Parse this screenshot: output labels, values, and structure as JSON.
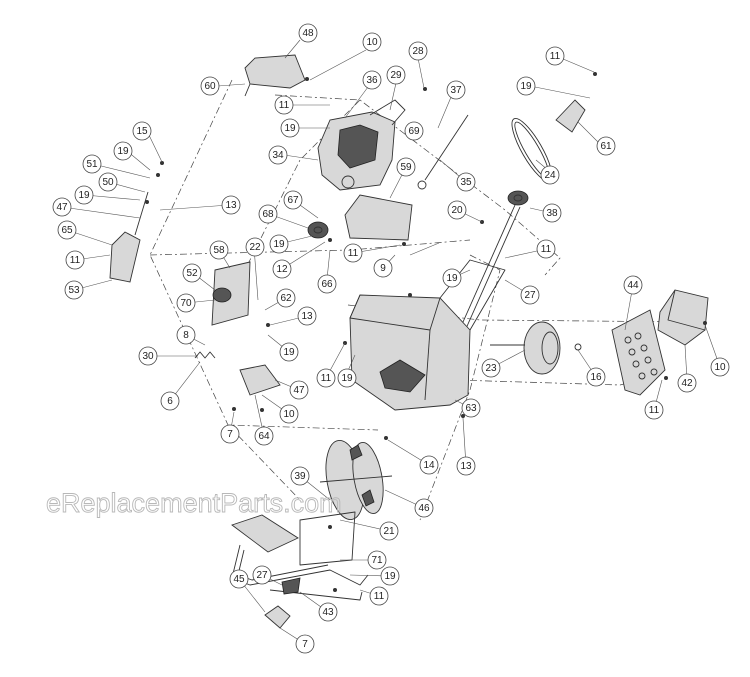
{
  "watermark": "eReplacementParts.com",
  "callouts": [
    {
      "label": "48"
    },
    {
      "label": "10"
    },
    {
      "label": "60"
    },
    {
      "label": "28"
    },
    {
      "label": "36"
    },
    {
      "label": "29"
    },
    {
      "label": "11"
    },
    {
      "label": "19"
    },
    {
      "label": "69"
    },
    {
      "label": "37"
    },
    {
      "label": "11"
    },
    {
      "label": "19"
    },
    {
      "label": "61"
    },
    {
      "label": "24"
    },
    {
      "label": "15"
    },
    {
      "label": "19"
    },
    {
      "label": "51"
    },
    {
      "label": "34"
    },
    {
      "label": "50"
    },
    {
      "label": "19"
    },
    {
      "label": "35"
    },
    {
      "label": "47"
    },
    {
      "label": "13"
    },
    {
      "label": "67"
    },
    {
      "label": "59"
    },
    {
      "label": "38"
    },
    {
      "label": "68"
    },
    {
      "label": "20"
    },
    {
      "label": "65"
    },
    {
      "label": "19"
    },
    {
      "label": "11"
    },
    {
      "label": "12"
    },
    {
      "label": "66"
    },
    {
      "label": "11"
    },
    {
      "label": "11"
    },
    {
      "label": "53"
    },
    {
      "label": "58"
    },
    {
      "label": "22"
    },
    {
      "label": "9"
    },
    {
      "label": "19"
    },
    {
      "label": "52"
    },
    {
      "label": "27"
    },
    {
      "label": "44"
    },
    {
      "label": "70"
    },
    {
      "label": "62"
    },
    {
      "label": "13"
    },
    {
      "label": "8"
    },
    {
      "label": "19"
    },
    {
      "label": "30"
    },
    {
      "label": "11"
    },
    {
      "label": "19"
    },
    {
      "label": "23"
    },
    {
      "label": "16"
    },
    {
      "label": "42"
    },
    {
      "label": "10"
    },
    {
      "label": "47"
    },
    {
      "label": "6"
    },
    {
      "label": "10"
    },
    {
      "label": "63"
    },
    {
      "label": "11"
    },
    {
      "label": "7"
    },
    {
      "label": "64"
    },
    {
      "label": "14"
    },
    {
      "label": "13"
    },
    {
      "label": "39"
    },
    {
      "label": "46"
    },
    {
      "label": "21"
    },
    {
      "label": "71"
    },
    {
      "label": "45"
    },
    {
      "label": "27"
    },
    {
      "label": "19"
    },
    {
      "label": "11"
    },
    {
      "label": "43"
    },
    {
      "label": "7"
    }
  ]
}
